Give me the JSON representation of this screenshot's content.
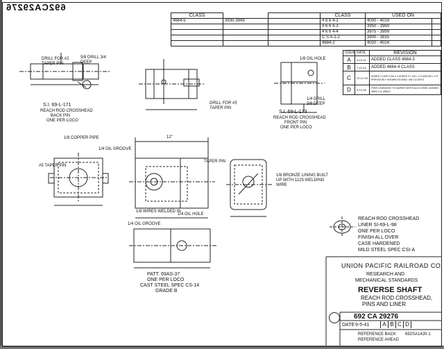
{
  "sheet": {
    "number_mirror": "692CA29276",
    "number": "692 CA 29276",
    "date_label": "DATE",
    "date": "9-5-41",
    "rev_letters": [
      "A",
      "B",
      "C",
      "D"
    ],
    "ref_back": "REFERENCE BACK",
    "ref_back_num": "692SA1420-1",
    "ref_ahead": "REFERENCE AHEAD"
  },
  "class_table": {
    "class_label": "CLASS",
    "left_class": "4664-5",
    "left_range": "3930-3949",
    "class_header": "CLASS",
    "used_on_header": "USED ON",
    "rows": [
      {
        "cls": "4 8 8 4-1",
        "range": "4000 - 4019"
      },
      {
        "cls": "4 6 6 4-3",
        "range": "3950 - 3969"
      },
      {
        "cls": "4 6 6 4-4",
        "range": "3975 - 3999"
      },
      {
        "cls": "C S A-1-2",
        "range": "3800 - 3835"
      },
      {
        "cls": "4884-2",
        "range": "4020 - 4024"
      }
    ]
  },
  "revision_table": {
    "h_issue": "ISSUE",
    "h_date": "DATE",
    "h_revision": "REVISION",
    "rows": [
      {
        "issue": "A",
        "date": "5-15-42",
        "text": "ADDED CLASS 4664-3"
      },
      {
        "issue": "B",
        "date": "7-10-43",
        "text": "ADDED 4664-4 CLASS"
      },
      {
        "issue": "C",
        "date": "10-12-44",
        "text": "ADDED CLASS CSA-1-2  ADDED S.I. 69-L-171 AND 69-L-173 PREVIOUSLY SHOWN ON DWG. 692 CA 29272"
      },
      {
        "issue": "D",
        "date": "8-14-46",
        "text": "PINS CHANGED TO AGREE WITH ALCO DWG. ADDED 4884-2 & 4884-2"
      }
    ]
  },
  "drawing_notes": {
    "drill_taper": "DRILL FOR #2 TAPER PIN",
    "drill_deep": "5/8 DRILL 3/4 DEEP",
    "back_pin_title": "S.I. 69-L-171",
    "back_pin_desc": "REACH ROD CROSSHEAD",
    "back_pin_desc2": "BACK PIN",
    "back_pin_qty": "ONE PER LOCO",
    "oil_hole": "1/8 OIL HOLE",
    "drill_deep2": "1/4 DRILL 3/8 DEEP",
    "drill_taper2": "DRILL FOR #5 TAPER PIN",
    "front_pin_title": "S.I. 69-L-173",
    "front_pin_desc": "REACH ROD CROSSHEAD",
    "front_pin_desc2": "FRONT PIN",
    "front_pin_qty": "ONE PER LOCO",
    "copper_pipe": "1/8 COPPER PIPE",
    "oil_groove": "1/4 OIL GROOVE",
    "taper_pin5": "#5 TAPER PIN",
    "taper_pin": "TAPER PIN",
    "bronze_lining": "1/8 BRONZE LINING BUILT UP WITH 1125 WELDING WIRE",
    "wires_welded": "1/8 WIRES WELDED IN",
    "oil_hole2": "1/4 OIL HOLE",
    "oil_groove2": "1/4 OIL GROOVE",
    "dim_12": "12\"",
    "patt": "PATT. 69AS-37",
    "patt_qty": "ONE PER LOCO",
    "patt_spec": "CAST STEEL SPEC CS-14",
    "patt_grade": "GRADE B",
    "liner_title": "REACH ROD CROSSHEAD",
    "liner_si": "LINER  SI-69-L-98",
    "liner_qty": "ONE PER LOCO",
    "liner_finish": "FINISH ALL OVER",
    "liner_case": "CASE HARDENED",
    "liner_spec": "MILD STEEL SPEC CSI-A"
  },
  "title_block": {
    "company": "UNION PACIFIC RAILROAD CO.",
    "dept1": "RESEARCH AND",
    "dept2": "MECHANICAL STANDARDS",
    "title": "REVERSE SHAFT",
    "subtitle1": "REACH ROD CROSSHEAD,",
    "subtitle2": "PINS AND LINER"
  }
}
